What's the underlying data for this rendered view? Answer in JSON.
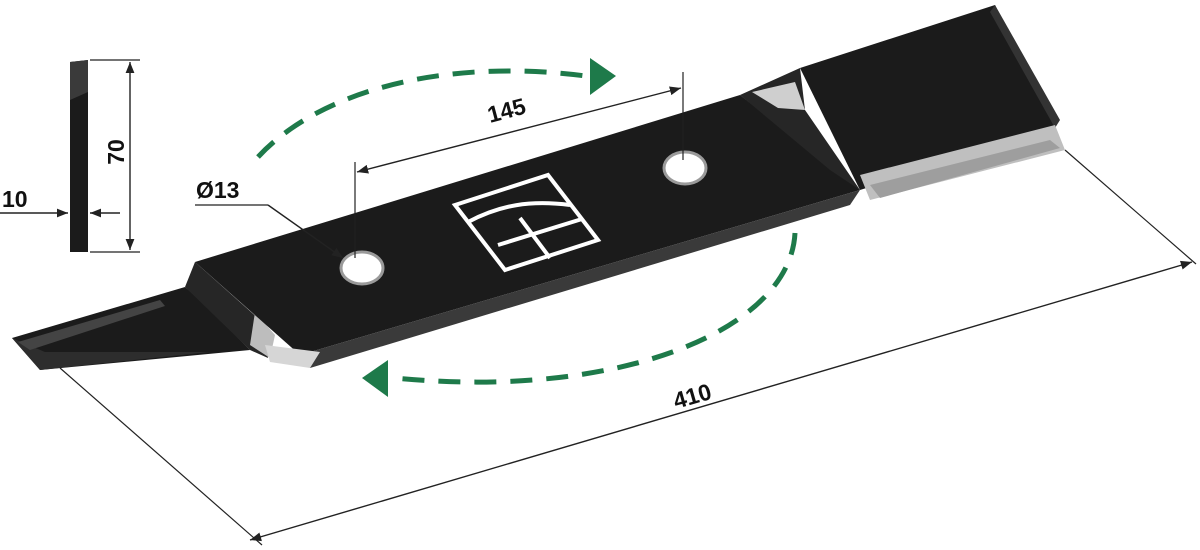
{
  "dimensions": {
    "length": "410",
    "hole_spacing": "145",
    "hole_diameter": "Ø13",
    "width": "70",
    "thickness": "10"
  },
  "colors": {
    "blade": "#1b1b1b",
    "blade_highlight": "#cfcfcf",
    "rotation_arrow": "#1e7a4a",
    "dimension_line": "#222222",
    "logo": "#ffffff"
  },
  "icons": {
    "rotation": "curved-dashed-arrow-icon",
    "logo": "brand-logo-icon"
  }
}
